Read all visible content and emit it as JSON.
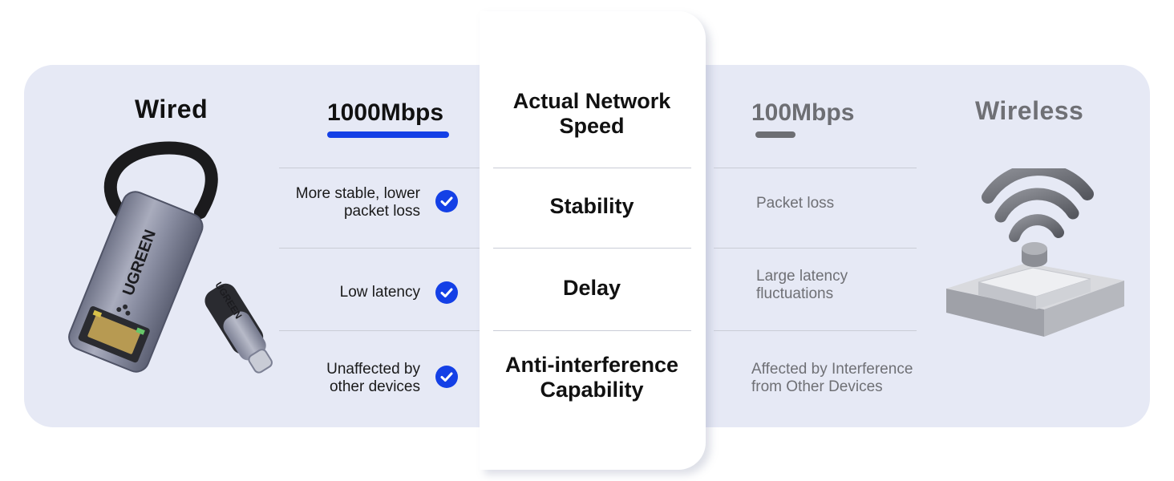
{
  "wired": {
    "title": "Wired",
    "speed": "1000Mbps",
    "stability": [
      "More stable, lower",
      "packet loss"
    ],
    "delay": "Low latency",
    "interference": [
      "Unaffected by",
      "other devices"
    ]
  },
  "criteria": {
    "speed": [
      "Actual Network",
      "Speed"
    ],
    "stability": "Stability",
    "delay": "Delay",
    "interference": [
      "Anti-interference",
      "Capability"
    ]
  },
  "wireless": {
    "title": "Wireless",
    "speed": "100Mbps",
    "stability": "Packet loss",
    "delay": [
      "Large latency",
      "fluctuations"
    ],
    "interference": [
      "Affected by Interference",
      "from Other Devices"
    ]
  },
  "product": {
    "brand_on_body": "UGREEN",
    "brand_on_plug": "UGREEN"
  },
  "colors": {
    "accent": "#1440e6",
    "panel": "#e6e9f5",
    "muted": "#6f7075"
  },
  "icons": {
    "check": "check-circle-icon",
    "wifi": "wifi-router-icon",
    "adapter": "usb-c-ethernet-adapter"
  }
}
